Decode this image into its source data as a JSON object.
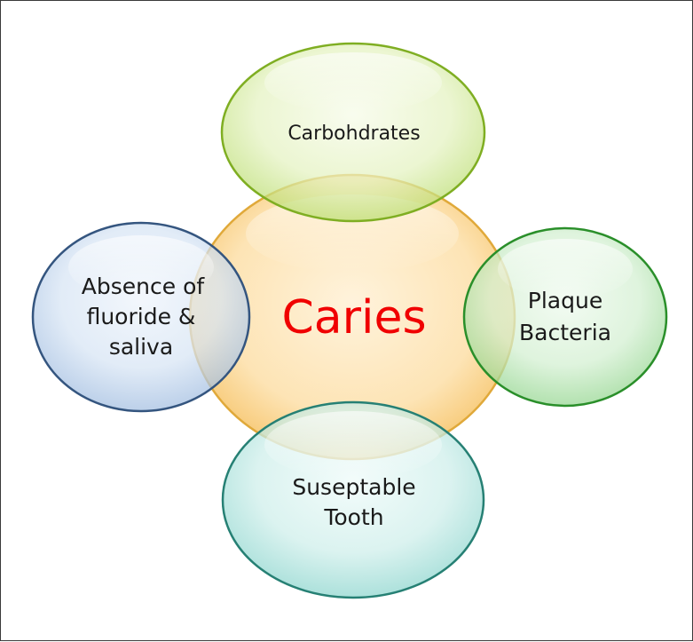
{
  "diagram": {
    "center": {
      "label": "Caries",
      "color": "#f00000"
    },
    "factors": [
      {
        "id": "top",
        "lines": [
          "Carbohdrates"
        ],
        "stroke": "#8ab82e"
      },
      {
        "id": "left",
        "lines": [
          "Absence of",
          "fluoride &",
          "saliva"
        ],
        "stroke": "#3c5e8a"
      },
      {
        "id": "right",
        "lines": [
          "Plaque",
          "Bacteria"
        ],
        "stroke": "#2a9a2a"
      },
      {
        "id": "bottom",
        "lines": [
          "Suseptable",
          "Tooth"
        ],
        "stroke": "#2a8a80"
      }
    ]
  }
}
